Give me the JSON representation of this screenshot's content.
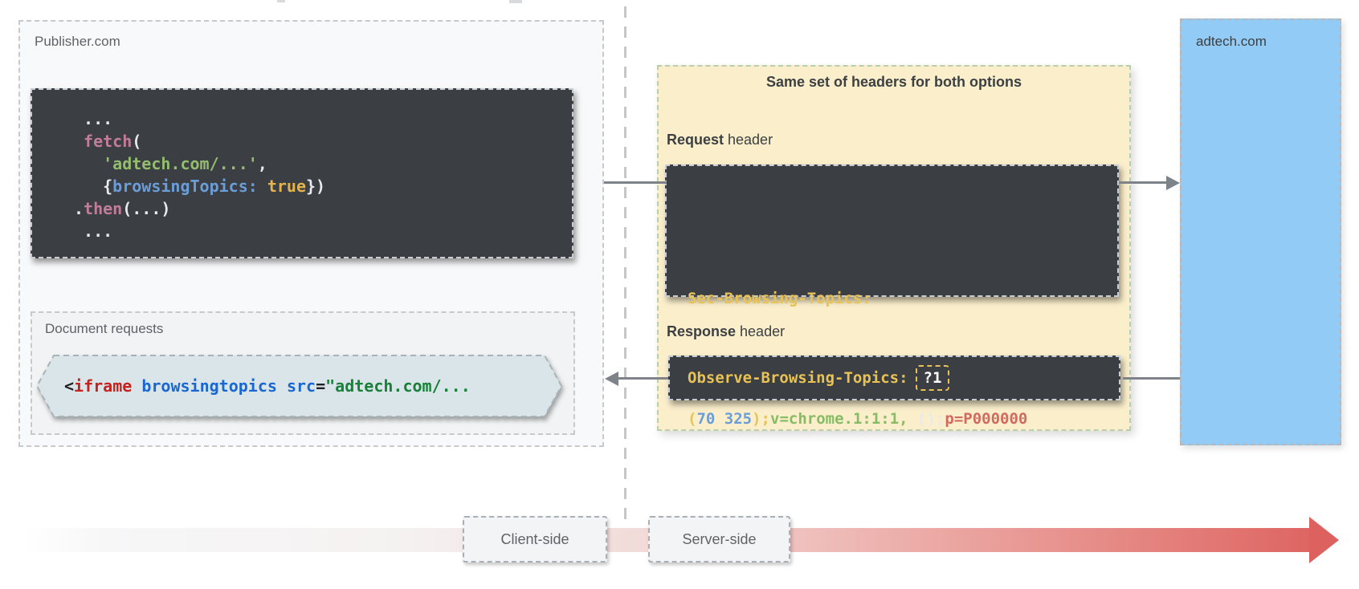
{
  "publisher": {
    "label": "Publisher.com",
    "fetch_code_lines": [
      [
        {
          "t": " ...",
          "c": "base"
        }
      ],
      [
        {
          "t": " ",
          "c": "base"
        },
        {
          "t": "fetch",
          "c": "pink"
        },
        {
          "t": "(",
          "c": "base"
        }
      ],
      [
        {
          "t": "   ",
          "c": "base"
        },
        {
          "t": "'adtech.com/...'",
          "c": "green"
        },
        {
          "t": ",",
          "c": "base"
        }
      ],
      [
        {
          "t": "   {",
          "c": "base"
        },
        {
          "t": "browsingTopics:",
          "c": "blue"
        },
        {
          "t": " ",
          "c": "base"
        },
        {
          "t": "true",
          "c": "orange"
        },
        {
          "t": "})",
          "c": "base"
        }
      ],
      [
        {
          "t": ".",
          "c": "base"
        },
        {
          "t": "then",
          "c": "pink"
        },
        {
          "t": "(...)",
          "c": "base"
        }
      ],
      [
        {
          "t": " ...",
          "c": "base"
        }
      ]
    ],
    "document_requests": {
      "label": "Document requests",
      "iframe_code": [
        {
          "t": "<",
          "c": "dark"
        },
        {
          "t": "iframe",
          "c": "htmlred"
        },
        {
          "t": " ",
          "c": "dark"
        },
        {
          "t": "browsingtopics",
          "c": "htmlblue"
        },
        {
          "t": " ",
          "c": "dark"
        },
        {
          "t": "src",
          "c": "htmlblue"
        },
        {
          "t": "=",
          "c": "dark"
        },
        {
          "t": "\"adtech.com/...",
          "c": "htmlgreen"
        }
      ]
    }
  },
  "headers_panel": {
    "title": "Same set of headers for both options",
    "request": {
      "label_bold": "Request",
      "label_rest": " header",
      "line1": [
        {
          "t": "Sec-Browsing-Topics:",
          "c": "yellow"
        }
      ],
      "line2": [
        {
          "t": "(",
          "c": "yellow"
        },
        {
          "t": "70 325",
          "c": "blue2"
        },
        {
          "t": ")",
          "c": "yellow"
        },
        {
          "t": ";",
          "c": "yellow"
        },
        {
          "t": "v=chrome.1:1:1,",
          "c": "green2"
        },
        {
          "t": " ()",
          "c": "base"
        },
        {
          "t": ";",
          "c": "base"
        },
        {
          "t": "p=P000000",
          "c": "red"
        }
      ]
    },
    "response": {
      "label_bold": "Response",
      "label_rest": " header",
      "line": [
        {
          "t": "Observe-Browsing-Topics:",
          "c": "yellow"
        }
      ],
      "chip": "?1"
    }
  },
  "adtech": {
    "label": "adtech.com"
  },
  "timeline": {
    "client_label": "Client-side",
    "server_label": "Server-side"
  },
  "colors": {
    "base": "#e8eaed",
    "pink": "#c27d98",
    "green": "#94bd70",
    "blue": "#6b9ed8",
    "orange": "#e3b44d",
    "dark": "#202124",
    "htmlred": "#c5221f",
    "htmlblue": "#1967d2",
    "htmlgreen": "#188038",
    "yellow": "#e8c254",
    "blue2": "#6b9ed8",
    "green2": "#88bb66",
    "red": "#d16a60"
  },
  "colors_ui": {
    "panel_yellow": "#faeecb",
    "adtech_blue": "#92cbf5",
    "dark_box": "#3b3e42",
    "hexagon_fill": "#d9e5e8",
    "arrow_gray": "#7d8388",
    "band_red": "#dd615e"
  }
}
